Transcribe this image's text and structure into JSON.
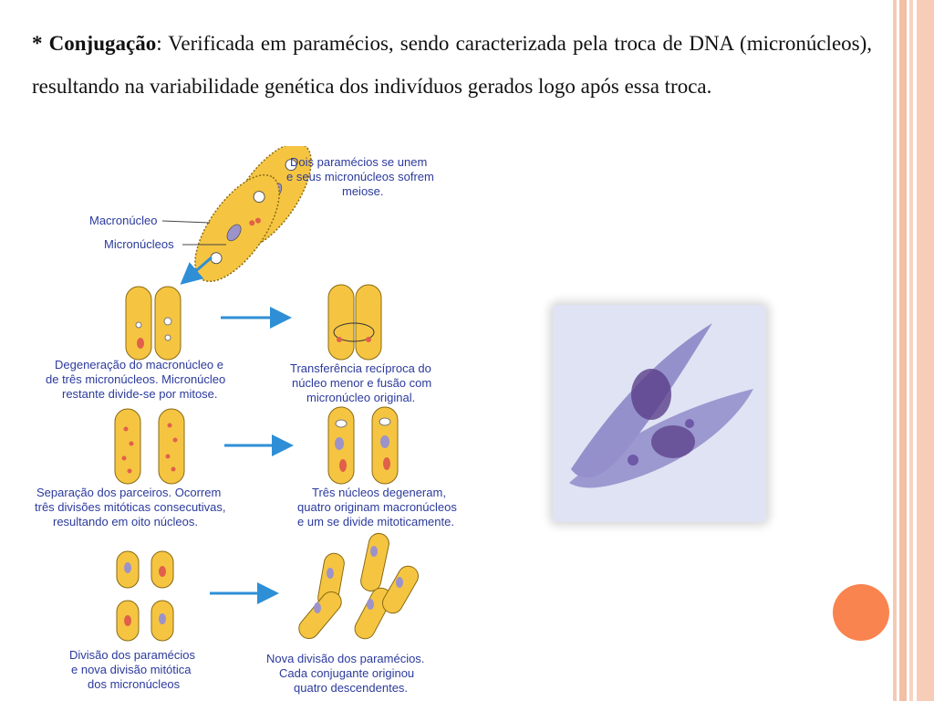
{
  "paragraph": {
    "bullet": "* ",
    "term": "Conjugação",
    "body": ": Verificada em paramécios, sendo caracterizada pela troca de DNA (micronúcleos), resultando na variabilidade genética dos indivíduos gerados logo após essa troca."
  },
  "diagram": {
    "label_macronucleo": "Macronúcleo",
    "label_micronucleos": "Micronúcleos",
    "step1": [
      "Dois paramécios se unem",
      "e seus micronúcleos sofrem",
      "meiose."
    ],
    "step2": [
      "Degeneração do macronúcleo e",
      "de três micronúcleos. Micronúcleo",
      "restante divide-se por mitose."
    ],
    "step3": [
      "Transferência recíproca do",
      "núcleo menor e fusão com",
      "micronúcleo original."
    ],
    "step4": [
      "Separação dos parceiros. Ocorrem",
      "três divisões mitóticas consecutivas,",
      "resultando em oito núcleos."
    ],
    "step5": [
      "Três núcleos degeneram,",
      "quatro originam macronúcleos",
      "e um se divide mitoticamente."
    ],
    "step6": [
      "Divisão dos paramécios",
      "e nova divisão mitótica",
      "dos micronúcleos"
    ],
    "step7": [
      "Nova divisão dos paramécios.",
      "Cada conjugante originou",
      "quatro descendentes."
    ]
  },
  "colors": {
    "cell_fill": "#f5c542",
    "cell_stroke": "#8a6a12",
    "arrow": "#2e8fd6",
    "label": "#2b3a9c",
    "accent_circle": "#f9844f",
    "photo_bg": "#dfe3f3",
    "photo_cell": "#8c86c6"
  }
}
